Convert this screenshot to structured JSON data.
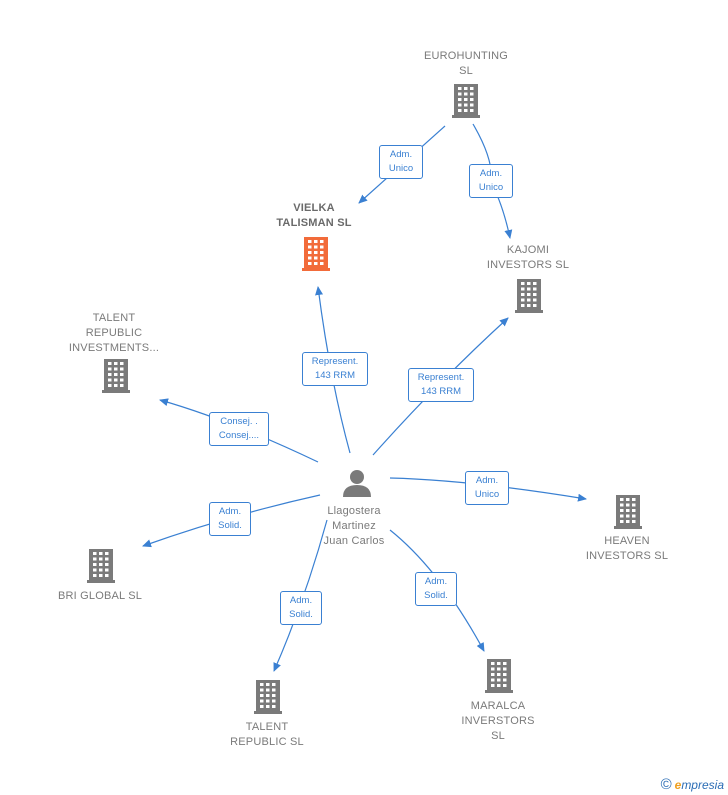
{
  "colors": {
    "edge": "#3a80d2",
    "node": "#7a7a7a",
    "highlight": "#f26b3a"
  },
  "person": {
    "label": "Llagostera\nMartinez\nJuan Carlos",
    "icon": "person-icon"
  },
  "companies": [
    {
      "id": "eurohunting",
      "label": "EUROHUNTING\nSL",
      "icon": "building-icon",
      "highlight": false
    },
    {
      "id": "vielka",
      "label": "VIELKA\nTALISMAN  SL",
      "icon": "building-icon",
      "highlight": true
    },
    {
      "id": "kajomi",
      "label": "KAJOMI\nINVESTORS  SL",
      "icon": "building-icon",
      "highlight": false
    },
    {
      "id": "talent-inv",
      "label": "TALENT\nREPUBLIC\nINVESTMENTS...",
      "icon": "building-icon",
      "highlight": false
    },
    {
      "id": "heaven",
      "label": "HEAVEN\nINVESTORS SL",
      "icon": "building-icon",
      "highlight": false
    },
    {
      "id": "bri",
      "label": "BRI GLOBAL SL",
      "icon": "building-icon",
      "highlight": false
    },
    {
      "id": "talent",
      "label": "TALENT\nREPUBLIC  SL",
      "icon": "building-icon",
      "highlight": false
    },
    {
      "id": "maralca",
      "label": "MARALCA\nINVERSTORS\nSL",
      "icon": "building-icon",
      "highlight": false
    }
  ],
  "edges": [
    {
      "id": "e1",
      "from": "eurohunting",
      "to": "vielka",
      "label": "Adm.\nUnico"
    },
    {
      "id": "e2",
      "from": "eurohunting",
      "to": "kajomi",
      "label": "Adm.\nUnico"
    },
    {
      "id": "e3",
      "from": "person",
      "to": "vielka",
      "label": "Represent.\n143 RRM"
    },
    {
      "id": "e4",
      "from": "person",
      "to": "kajomi",
      "label": "Represent.\n143 RRM"
    },
    {
      "id": "e5",
      "from": "person",
      "to": "talent-inv",
      "label": "Consej. .\nConsej...."
    },
    {
      "id": "e6",
      "from": "person",
      "to": "heaven",
      "label": "Adm.\nUnico"
    },
    {
      "id": "e7",
      "from": "person",
      "to": "bri",
      "label": "Adm.\nSolid."
    },
    {
      "id": "e8",
      "from": "person",
      "to": "talent",
      "label": "Adm.\nSolid."
    },
    {
      "id": "e9",
      "from": "person",
      "to": "maralca",
      "label": "Adm.\nSolid."
    }
  ],
  "footer": {
    "copyright": "©",
    "brand_initial": "e",
    "brand_rest": "mpresia"
  }
}
